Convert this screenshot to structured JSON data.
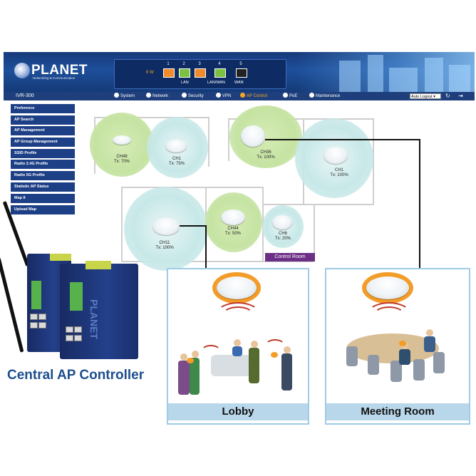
{
  "header": {
    "brand": "PLANET",
    "tagline": "Networking & Communication",
    "model": "IVR-300",
    "power_label": "6 W",
    "ports": [
      "1",
      "2",
      "3",
      "4",
      "5"
    ],
    "port_groups": [
      "LAN",
      "LAN/WAN",
      "WAN"
    ],
    "nav": [
      "System",
      "Network",
      "Security",
      "VPN",
      "AP Control",
      "PoE",
      "Maintenance"
    ],
    "active_nav": "AP Control",
    "logout_select": "Auto Logout ▾"
  },
  "sidebar": {
    "items": [
      "Preference",
      "AP Search",
      "AP Management",
      "AP Group Management",
      "SSID Profile",
      "Radio 2.4G Profile",
      "Radio 5G Profile",
      "Statistic AP Status",
      "Map II",
      "Upload Map"
    ]
  },
  "access_points": [
    {
      "channel": "CH48",
      "tx": "Tx: 70%"
    },
    {
      "channel": "CH1",
      "tx": "Tx: 75%"
    },
    {
      "channel": "CH36",
      "tx": "Tx: 100%"
    },
    {
      "channel": "CH1",
      "tx": "Tx: 100%"
    },
    {
      "channel": "CH11",
      "tx": "Tx: 100%"
    },
    {
      "channel": "CH44",
      "tx": "Tx: 50%"
    },
    {
      "channel": "CH6",
      "tx": "Tx: 20%"
    }
  ],
  "control_room_label": "Control Room",
  "device_brand": "PLANET",
  "central_label": "Central AP Controller",
  "rooms": {
    "lobby": "Lobby",
    "meeting": "Meeting Room"
  },
  "colors": {
    "header_blue": "#1e4f9a",
    "sidebar_blue": "#1d3f86",
    "active_nav": "#f5a623",
    "ap_green": "#c5e3a2",
    "ap_cyan": "#bfe3e3",
    "control_room": "#6c2f86",
    "room_label_bg": "#b9d7ea",
    "central_text": "#1d4f8e"
  }
}
